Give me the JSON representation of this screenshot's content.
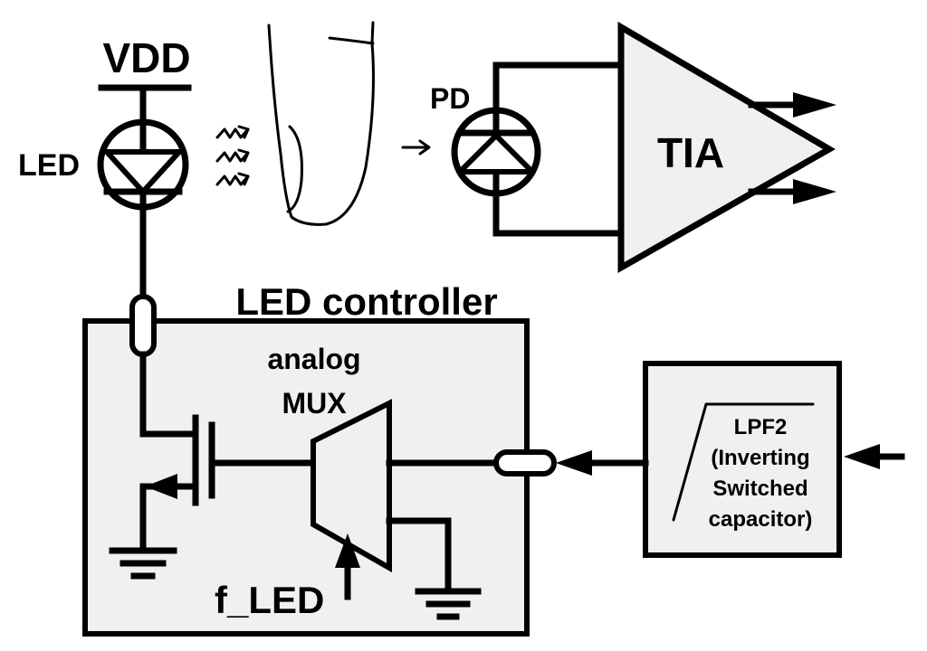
{
  "labels": {
    "vdd": "VDD",
    "led": "LED",
    "pd": "PD",
    "tia": "TIA",
    "led_controller": "LED controller",
    "analog_mux_line1": "analog",
    "analog_mux_line2": "MUX",
    "f_led": "f_LED",
    "lpf2_line1": "LPF2",
    "lpf2_line2": "(Inverting",
    "lpf2_line3": "Switched",
    "lpf2_line4": "capacitor)"
  },
  "colors": {
    "stroke": "#000000",
    "block_fill": "#f0f0f0",
    "background": "#ffffff"
  }
}
